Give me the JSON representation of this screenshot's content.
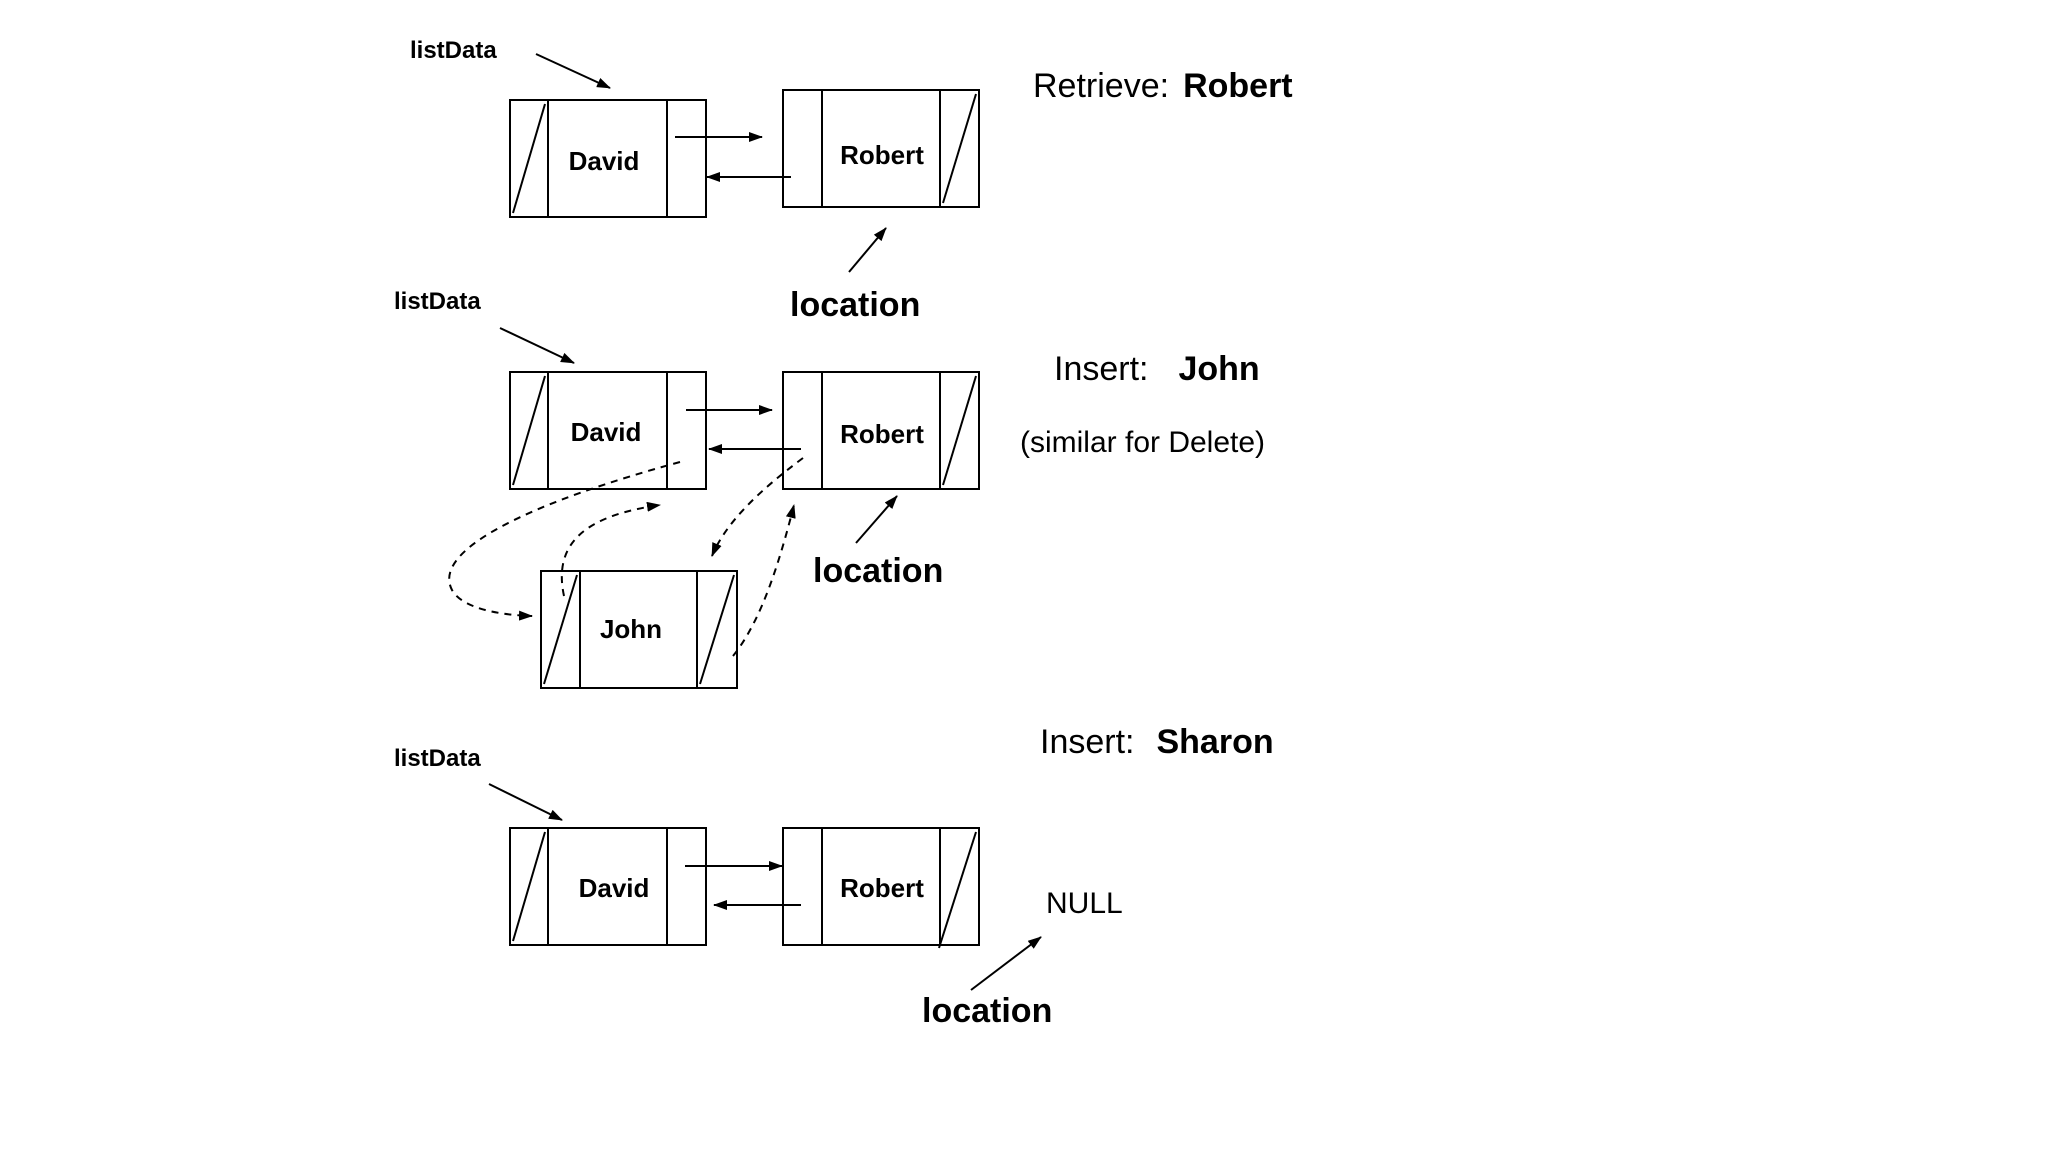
{
  "scenario_1": {
    "op_label": "Retrieve:",
    "op_value": "Robert",
    "pointer": "listData",
    "nodes": [
      "David",
      "Robert"
    ],
    "location": "location"
  },
  "scenario_2": {
    "op_label": "Insert:",
    "op_value": "John",
    "note": "(similar for Delete)",
    "pointer": "listData",
    "nodes": [
      "David",
      "Robert"
    ],
    "new_node": "John",
    "location": "location"
  },
  "scenario_3": {
    "op_label": "Insert:",
    "op_value": "Sharon",
    "pointer": "listData",
    "nodes": [
      "David",
      "Robert"
    ],
    "null_label": "NULL",
    "location": "location"
  }
}
